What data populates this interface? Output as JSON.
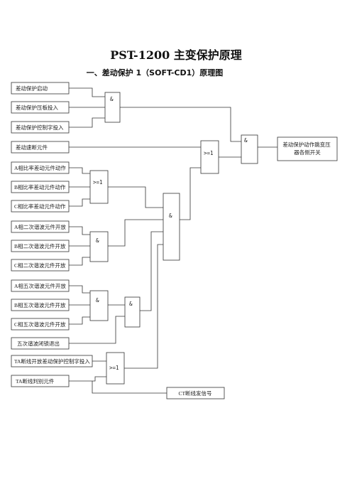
{
  "title": "PST-1200 主变保护原理",
  "subtitle": "一、差动保护 1（SOFT-CD1）原理图",
  "inputs": {
    "diff_start": "差动保护启动",
    "diff_plate": "差动保护压板投入",
    "diff_ctrl": "差动保护控制字投入",
    "quick_break": "差动速断元件",
    "a_ratio": "A相比率差动元件动作",
    "b_ratio": "B相比率差动元件动作",
    "c_ratio": "C相比率差动元件动作",
    "a_h2": "A相二次谐波元件开放",
    "b_h2": "B相二次谐波元件开放",
    "c_h2": "C相二次谐波元件开放",
    "a_h5": "A相五次谐波元件开放",
    "b_h5": "B相五次谐波元件开放",
    "c_h5": "C相五次谐波元件开放",
    "h5_exit": "五次谐波闭锁退出",
    "ta_ctrl": "TA断线开放差动保护控制字投入",
    "ta_break": "TA断线判别元件"
  },
  "outputs": {
    "trip": "差动保护动作跳变压器各侧开关",
    "ct_alarm": "CT断线发信号"
  },
  "gates": {
    "and1": "&",
    "or_ratio": ">=1",
    "and_h2": "&",
    "and_h5": "&",
    "and_h5b": "&",
    "and_main": "&",
    "or_main": ">=1",
    "and_final": "&",
    "or_ta": ">=1"
  }
}
